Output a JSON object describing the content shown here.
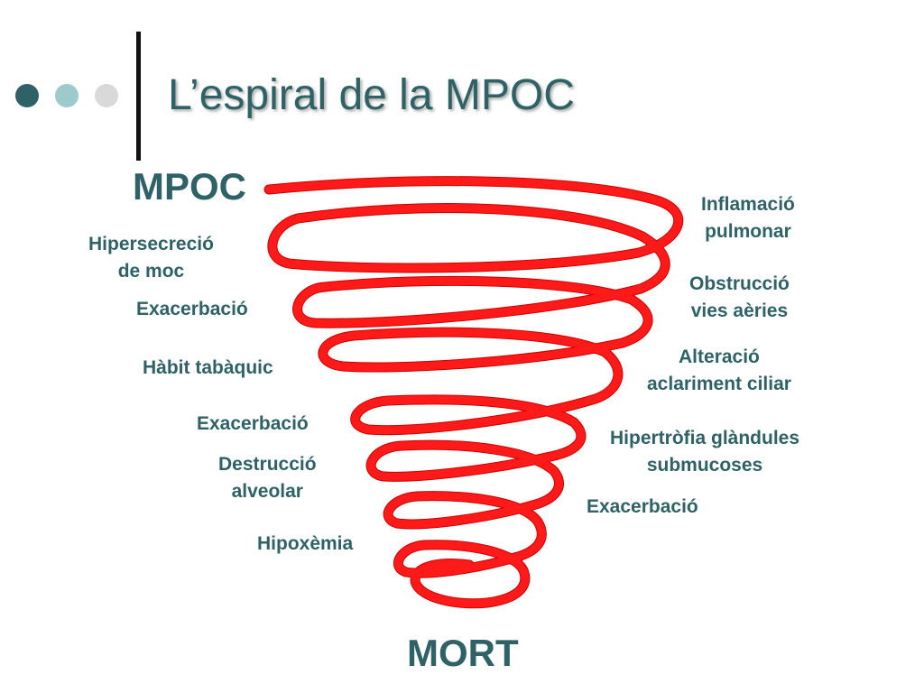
{
  "title": "L’espiral de la MPOC",
  "colors": {
    "text": "#2e6266",
    "dot_dark": "#2e6266",
    "dot_mid": "#9dcbcb",
    "dot_light": "#d9d9d9",
    "bar": "#111111",
    "spiral": "#ff1a1a",
    "spiral_dark": "#cc0000"
  },
  "diagram": {
    "top_label": "MPOC",
    "bottom_label": "MORT",
    "left_labels": {
      "hipersecrecio": [
        "Hipersecreció",
        "de moc"
      ],
      "exacerbacio_1": [
        "Exacerbació"
      ],
      "habit": [
        "Hàbit tabàquic"
      ],
      "exacerbacio_2": [
        "Exacerbació"
      ],
      "destruccio": [
        "Destrucció",
        "alveolar"
      ],
      "hipoxemia": [
        "Hipoxèmia"
      ]
    },
    "right_labels": {
      "inflamacio": [
        "Inflamació",
        "pulmonar"
      ],
      "obstruccio": [
        "Obstrucció",
        "vies aèries"
      ],
      "alteracio": [
        "Alteració",
        "aclariment ciliar"
      ],
      "hipertrofia": [
        "Hipertròfia glàndules",
        "submucoses"
      ],
      "exacerbacio_3": [
        "Exacerbació"
      ]
    }
  }
}
